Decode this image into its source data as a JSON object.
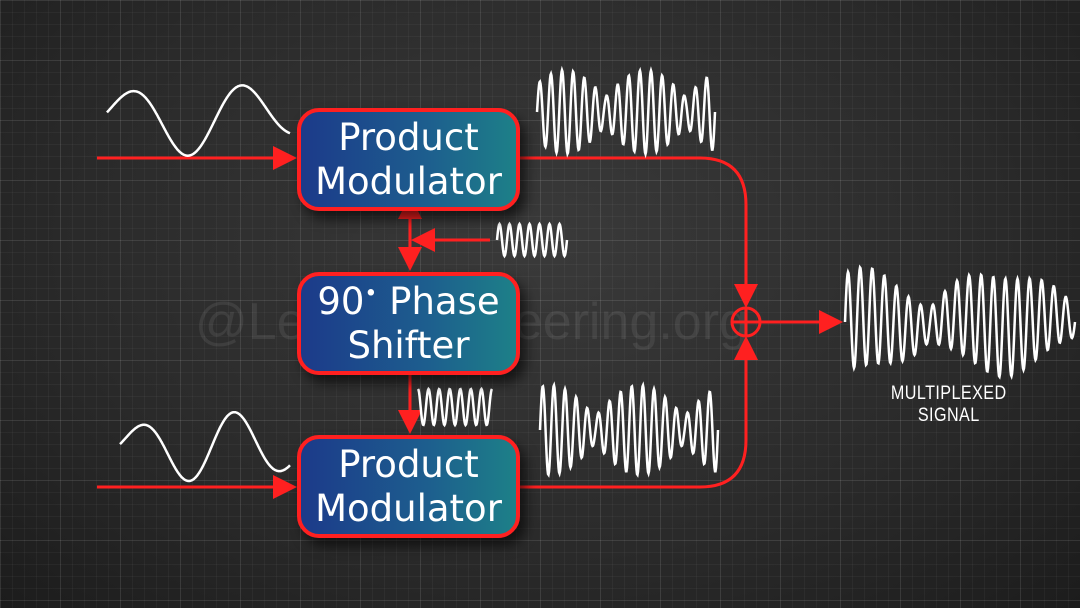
{
  "diagram": {
    "top_block": {
      "line1": "Product",
      "line2": "Modulator"
    },
    "phase_block": {
      "line1": "90",
      "degree": "•",
      "line1b": " Phase",
      "line2": "Shifter"
    },
    "bottom_block": {
      "line1": "Product",
      "line2": "Modulator"
    },
    "output_label": "MULTIPLEXED SIGNAL",
    "watermark": "@LearnEngineering.org",
    "colors": {
      "arrow": "#ff2020",
      "box_left": "#1c3a8a",
      "box_right": "#1d8088",
      "wave": "#ffffff"
    }
  }
}
